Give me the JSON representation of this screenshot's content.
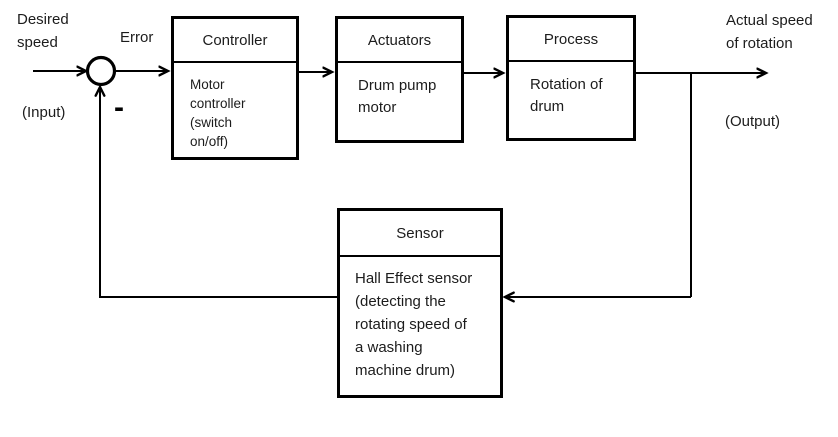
{
  "diagram": {
    "kind": "feedback-control-loop",
    "labels": {
      "desired_speed": "Desired\nspeed",
      "input": "(Input)",
      "error": "Error",
      "minus": "-",
      "actual_speed": "Actual speed\nof rotation",
      "output": "(Output)"
    },
    "blocks": {
      "controller": {
        "title": "Controller",
        "body": "Motor\ncontroller\n(switch\non/off)"
      },
      "actuators": {
        "title": "Actuators",
        "body": "Drum pump\nmotor"
      },
      "process": {
        "title": "Process",
        "body": "Rotation of\ndrum"
      },
      "sensor": {
        "title": "Sensor",
        "body": "Hall Effect sensor\n(detecting the\nrotating speed of\na washing\nmachine drum)"
      }
    },
    "colors": {
      "line": "#000000",
      "background": "#ffffff",
      "text": "#1c1c1c"
    }
  }
}
